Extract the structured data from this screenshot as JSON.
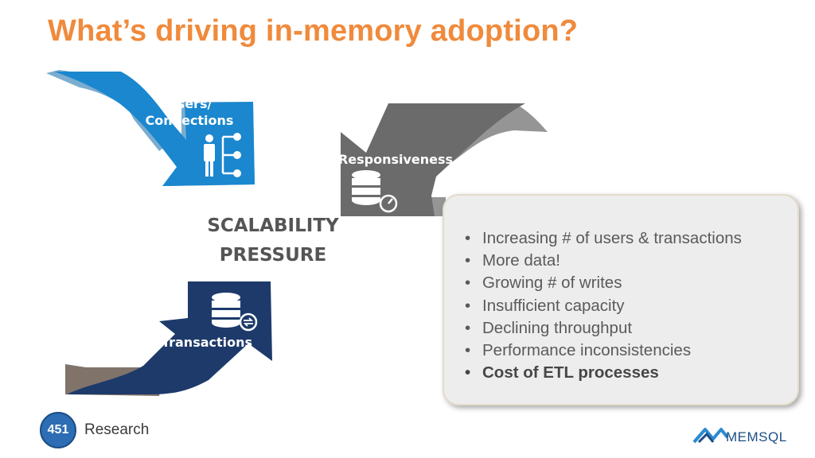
{
  "slide": {
    "title": "What’s driving in-memory adoption?"
  },
  "arrows": {
    "users": {
      "label_line1": "Users/",
      "label_line2": "Connections",
      "icon": "org-chart-icon",
      "color": "#1a87cf"
    },
    "responsiveness": {
      "label": "Responsiveness",
      "icon": "database-speedometer-icon",
      "color": "#6b6b6b"
    },
    "transactions": {
      "label": "Transactions",
      "icon": "database-exchange-icon",
      "color": "#1d3a6b"
    }
  },
  "center": {
    "line1": "SCALABILITY",
    "line2": "PRESSURE"
  },
  "drivers": {
    "items": [
      "Increasing # of users & transactions",
      "More data!",
      "Growing # of writes",
      "Insufficient capacity",
      "Declining throughput",
      "Performance inconsistencies",
      "Cost of ETL processes"
    ],
    "bullet": "•"
  },
  "footer": {
    "logo_number": "451",
    "logo_text": "Research",
    "partner_logo_text": "MEMSQL"
  },
  "colors": {
    "title": "#f08a3c",
    "box_background": "#ededed"
  }
}
